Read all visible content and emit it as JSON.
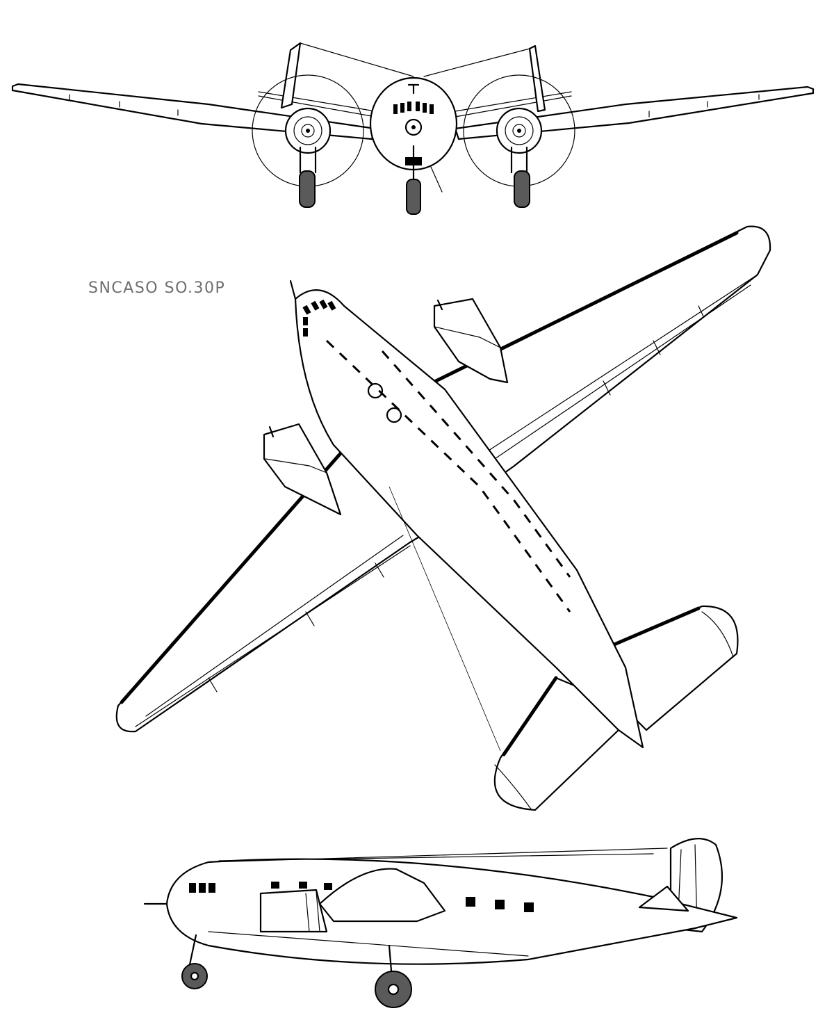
{
  "title": "SNCASO SO.30P",
  "views": [
    {
      "name": "front-view"
    },
    {
      "name": "top-view"
    },
    {
      "name": "side-view"
    }
  ],
  "colors": {
    "line": "#000000",
    "label": "#6e6e6e",
    "tyre": "#5a5a5a"
  }
}
